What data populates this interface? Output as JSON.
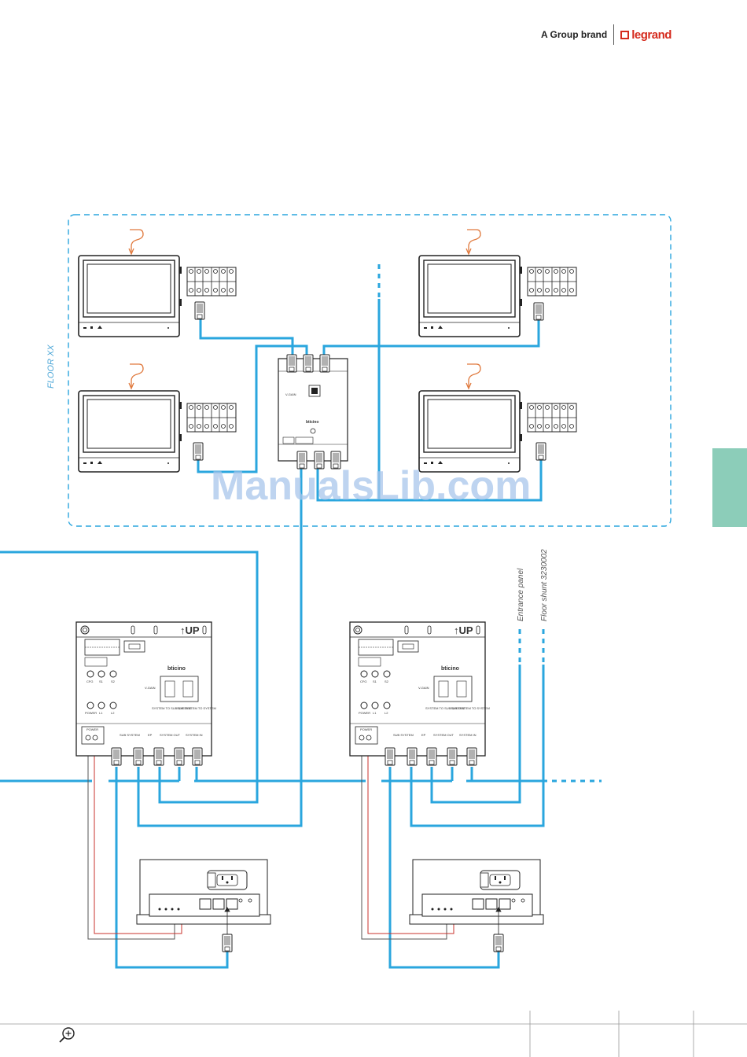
{
  "header": {
    "brand_text": "A Group brand",
    "logo_text": "legrand"
  },
  "watermark": "ManualsLib.com",
  "labels": {
    "floor": "FLOOR XX",
    "entrance_panel": "Entrance panel",
    "floor_shunt": "Floor shunt  3230002"
  },
  "device_text": {
    "brand_small": "bticino",
    "vgain": "V-GAIN",
    "up": "↑UP",
    "cfg": "CFG",
    "s1": "S1",
    "s2": "S2",
    "power": "POWER",
    "l1": "L1",
    "l2": "L2",
    "sys_to_sub": "SYSTEM TO SUB SYSTEM",
    "sub_to_sys": "SUB SYSTEM TO SYSTEM",
    "power_in": "POWER",
    "sub_system": "SUB SYSTEM",
    "ep": "EP",
    "system_out": "SYSTEM OUT",
    "system_in": "SYSTEM IN"
  },
  "colors": {
    "cable": "#2aa6de",
    "dashed_border": "#2aa6de",
    "power_wire": "#c8332c",
    "side_tab": "#8ccdb9"
  },
  "icons": [
    "zoom-in-icon",
    "legrand-logo-icon"
  ]
}
